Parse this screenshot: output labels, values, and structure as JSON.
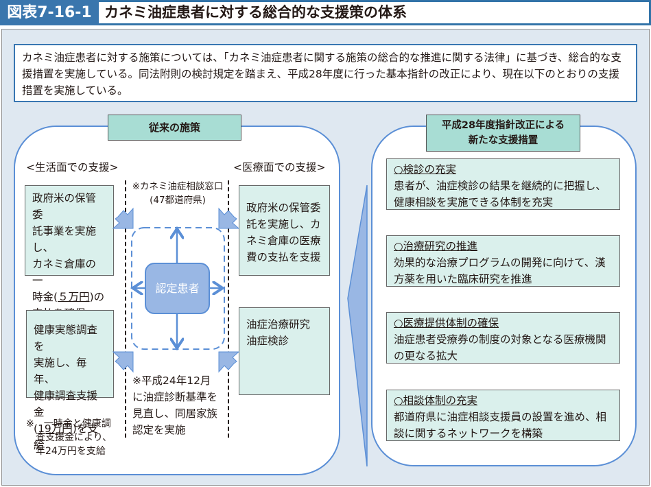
{
  "header": {
    "figure_number": "図表7-16-1",
    "title": "カネミ油症患者に対する総合的な支援策の体系"
  },
  "intro_text": "カネミ油症患者に対する施策については、「カネミ油症患者に関する施策の総合的な推進に関する法律」に基づき、総合的な支援措置を実施している。同法附則の検討規定を踏まえ、平成28年度に行った基本指針の改正により、現在以下のとおりの支援措置を実施している。",
  "left_section": {
    "header": "従来の施策",
    "life_support_label": "<生活面での支援>",
    "medical_support_label": "<医療面での支援>",
    "consultation_window": {
      "line1": "※カネミ油症相談窓口",
      "line2": "(47都道府県)"
    },
    "central_entity": "認定患者",
    "boxes": {
      "life_top": {
        "line1": "政府米の保管委",
        "line2": "託事業を実施し、",
        "line3": "カネミ倉庫の一",
        "line4_pre": "時金(",
        "line4_amount": "５万円",
        "line4_post": ")の",
        "line5": "支払を確保"
      },
      "life_bottom": {
        "line1": "健康実態調査を",
        "line2": "実施し、毎年、",
        "line3": "健康調査支援金",
        "line4_pre": "(",
        "line4_amount": "19万円",
        "line4_post": ")を支給"
      },
      "medical_top": {
        "line1": "政府米の保管委",
        "line2": "託を実施し、カ",
        "line3": "ネミ倉庫の医療",
        "line4": "費の支払を支援"
      },
      "medical_bottom": {
        "line1": "油症治療研究",
        "line2": "油症検診"
      }
    },
    "center_note": {
      "line1": "※平成24年12月",
      "line2": "に油症診断基準を",
      "line3": "見直し、同居家族",
      "line4": "認定を実施"
    },
    "bottom_note": {
      "line1": "※　一時金と健康調",
      "line2": "査支援金により、",
      "line3": "年24万円を支給"
    }
  },
  "right_section": {
    "header_line1": "平成28年度指針改正による",
    "header_line2": "新たな支援措置",
    "items": [
      {
        "title": "○検診の充実",
        "line1": "患者が、油症検診の結果を継続的に把握し、",
        "line2": "健康相談を実施できる体制を充実"
      },
      {
        "title": "○治療研究の推進",
        "line1": "効果的な治療プログラムの開発に向けて、漢",
        "line2": "方薬を用いた臨床研究を推進"
      },
      {
        "title": "○医療提供体制の確保",
        "line1": "油症患者受療券の制度の対象となる医療機関",
        "line2": "の更なる拡大"
      },
      {
        "title": "○相談体制の充実",
        "line1": "都道府県に油症相談支援員の設置を進め、相",
        "line2": "談に関するネットワークを構築"
      }
    ]
  },
  "colors": {
    "header_blue": "#3a76ad",
    "panel_bg": "#dfe8f1",
    "teal_header": "#a8ddd4",
    "teal_box": "#daf0ec",
    "accent_blue": "#5b8fd6",
    "patient_fill": "#99b7e4"
  }
}
